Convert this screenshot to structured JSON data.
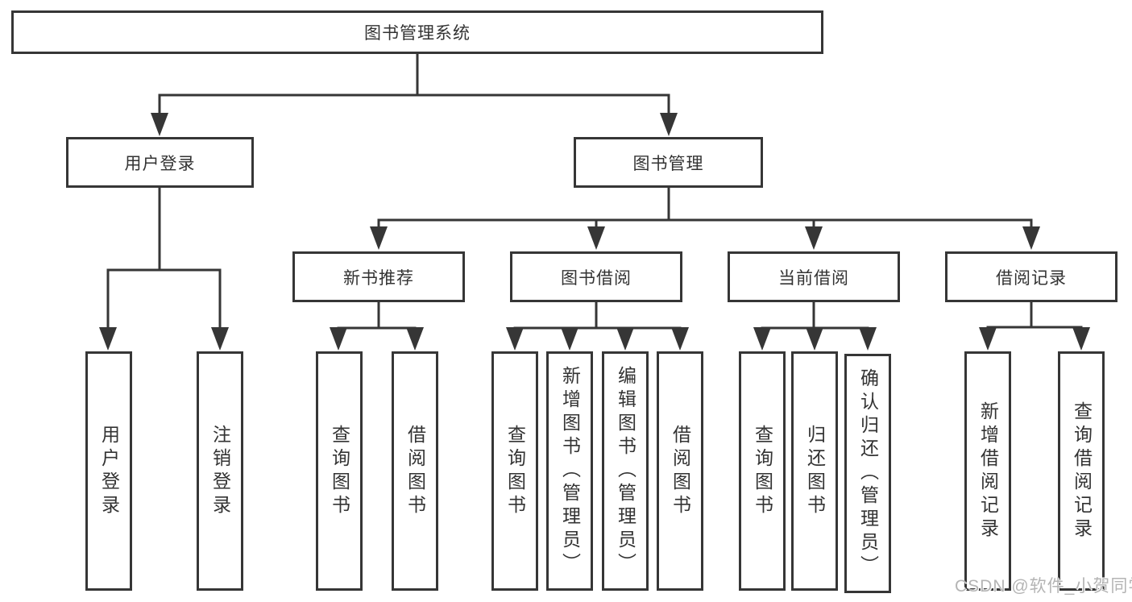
{
  "nodes": {
    "root": "图书管理系统",
    "user_login": "用户登录",
    "book_mgmt": "图书管理",
    "new_book_rec": "新书推荐",
    "book_borrow": "图书借阅",
    "current_borrow": "当前借阅",
    "borrow_records": "借阅记录",
    "ul_user_login": "用户登录",
    "ul_logout": "注销登录",
    "nbr_query_books": "查询图书",
    "nbr_borrow_books": "借阅图书",
    "bb_query_books": "查询图书",
    "bb_add_books": "新增图书（管理员）",
    "bb_edit_books": "编辑图书（管理员）",
    "bb_borrow_books": "借阅图书",
    "cb_query_books": "查询图书",
    "cb_return_books": "归还图书",
    "cb_confirm_return": "确认归还（管理员）",
    "br_add_record": "新增借阅记录",
    "br_query_record": "查询借阅记录"
  },
  "hierarchy": [
    {
      "parent": "图书管理系统",
      "children": [
        "用户登录",
        "图书管理"
      ]
    },
    {
      "parent": "用户登录",
      "children": [
        "用户登录",
        "注销登录"
      ]
    },
    {
      "parent": "图书管理",
      "children": [
        "新书推荐",
        "图书借阅",
        "当前借阅",
        "借阅记录"
      ]
    },
    {
      "parent": "新书推荐",
      "children": [
        "查询图书",
        "借阅图书"
      ]
    },
    {
      "parent": "图书借阅",
      "children": [
        "查询图书",
        "新增图书（管理员）",
        "编辑图书（管理员）",
        "借阅图书"
      ]
    },
    {
      "parent": "当前借阅",
      "children": [
        "查询图书",
        "归还图书",
        "确认归还（管理员）"
      ]
    },
    {
      "parent": "借阅记录",
      "children": [
        "新增借阅记录",
        "查询借阅记录"
      ]
    }
  ],
  "watermark": "CSDN @软件_小贺同学",
  "colors": {
    "line": "#363636",
    "border": "#363636",
    "text": "#333333",
    "watermark": "#b4b4b4",
    "background": "#ffffff"
  }
}
